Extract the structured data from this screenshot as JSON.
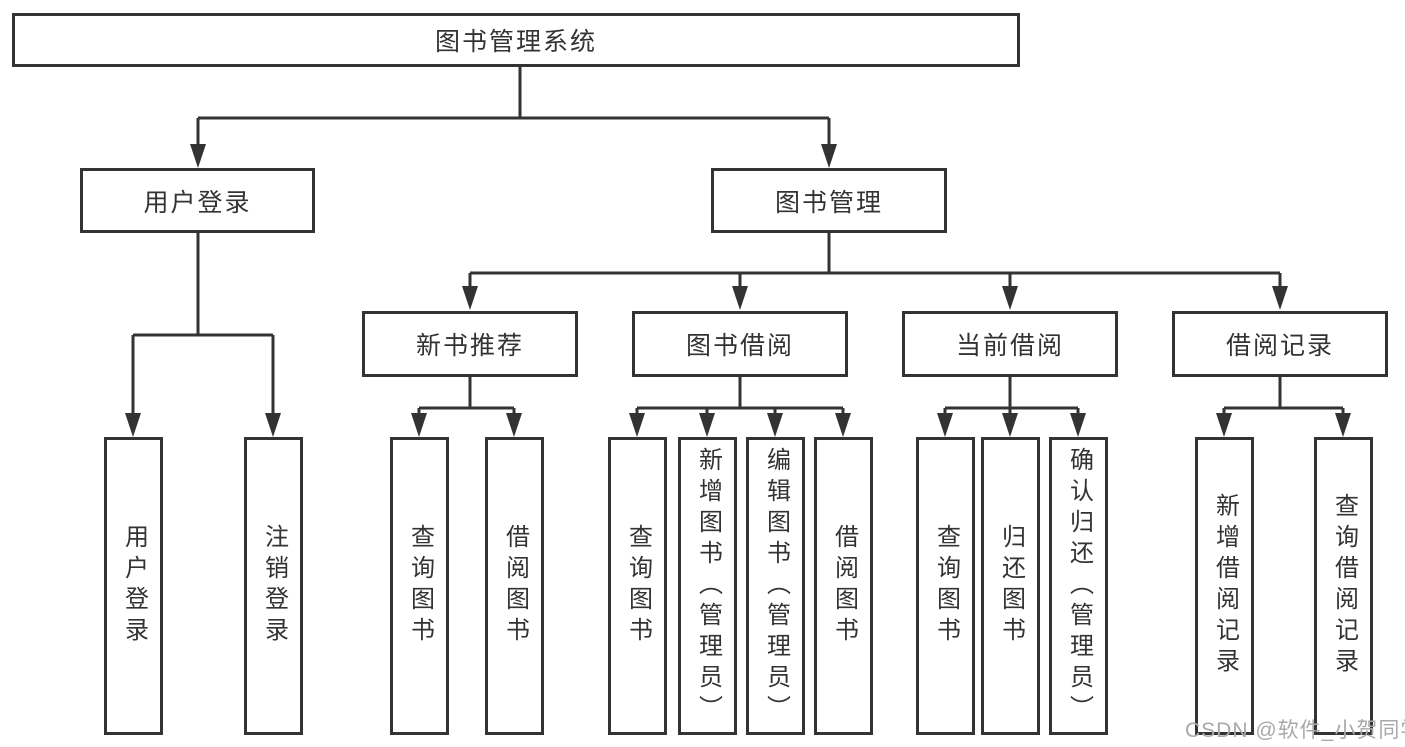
{
  "colors": {
    "line": "#333333",
    "text": "#333333",
    "background": "#ffffff",
    "watermark": "#a9a9a9"
  },
  "watermark": {
    "text": "CSDN @软件_小贺同学"
  },
  "diagram": {
    "root": {
      "label": "图书管理系统",
      "children": [
        {
          "label": "用户登录",
          "children": [
            {
              "label": "用户登录"
            },
            {
              "label": "注销登录"
            }
          ]
        },
        {
          "label": "图书管理",
          "children": [
            {
              "label": "新书推荐",
              "children": [
                {
                  "label": "查询图书"
                },
                {
                  "label": "借阅图书"
                }
              ]
            },
            {
              "label": "图书借阅",
              "children": [
                {
                  "label": "查询图书"
                },
                {
                  "label": "新增图书（管理员）"
                },
                {
                  "label": "编辑图书（管理员）"
                },
                {
                  "label": "借阅图书"
                }
              ]
            },
            {
              "label": "当前借阅",
              "children": [
                {
                  "label": "查询图书"
                },
                {
                  "label": "归还图书"
                },
                {
                  "label": "确认归还（管理员）"
                }
              ]
            },
            {
              "label": "借阅记录",
              "children": [
                {
                  "label": "新增借阅记录"
                },
                {
                  "label": "查询借阅记录"
                }
              ]
            }
          ]
        }
      ]
    }
  }
}
